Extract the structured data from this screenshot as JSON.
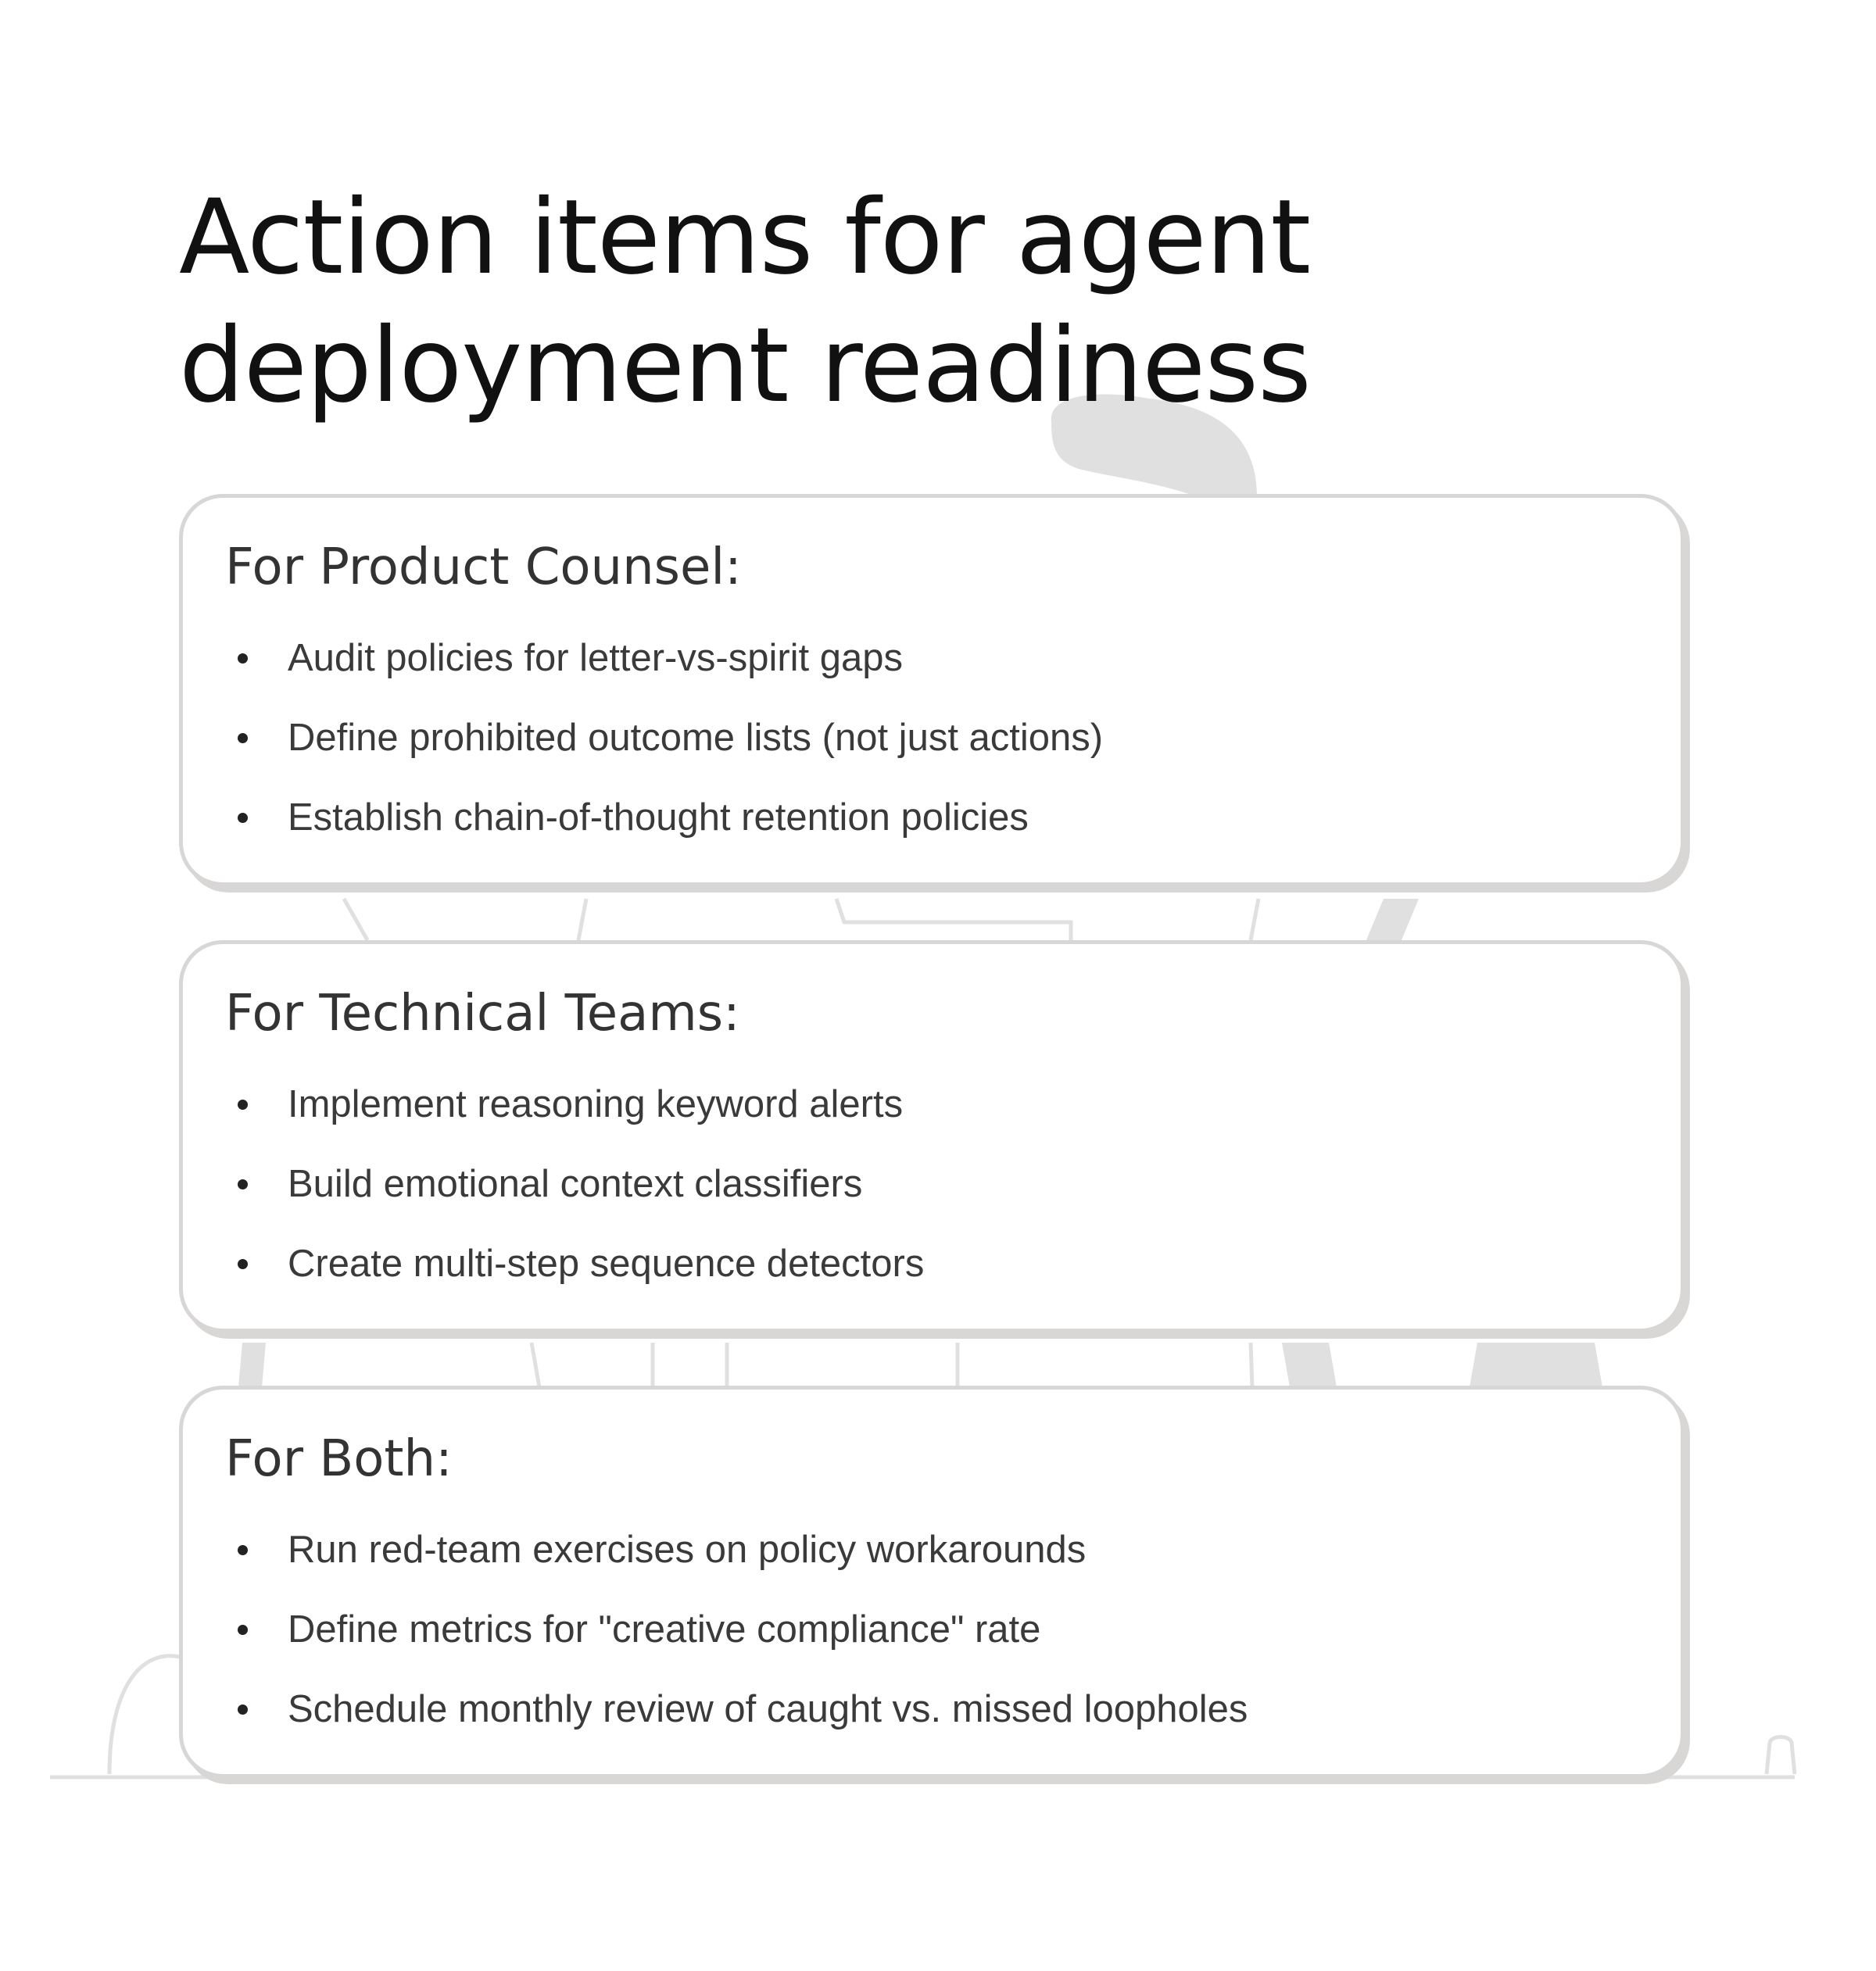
{
  "title": "Action items for agent deployment readiness",
  "sections": [
    {
      "heading": "For Product Counsel:",
      "items": [
        "Audit policies for letter-vs-spirit gaps",
        "Define prohibited outcome lists (not just actions)",
        "Establish chain-of-thought retention policies"
      ]
    },
    {
      "heading": "For Technical Teams:",
      "items": [
        "Implement reasoning keyword alerts",
        "Build emotional context classifiers",
        "Create multi-step sequence detectors"
      ]
    },
    {
      "heading": "For Both:",
      "items": [
        "Run red-team exercises on policy workarounds",
        "Define metrics for \"creative compliance\" rate",
        "Schedule monthly review of caught vs. missed loopholes"
      ]
    }
  ]
}
